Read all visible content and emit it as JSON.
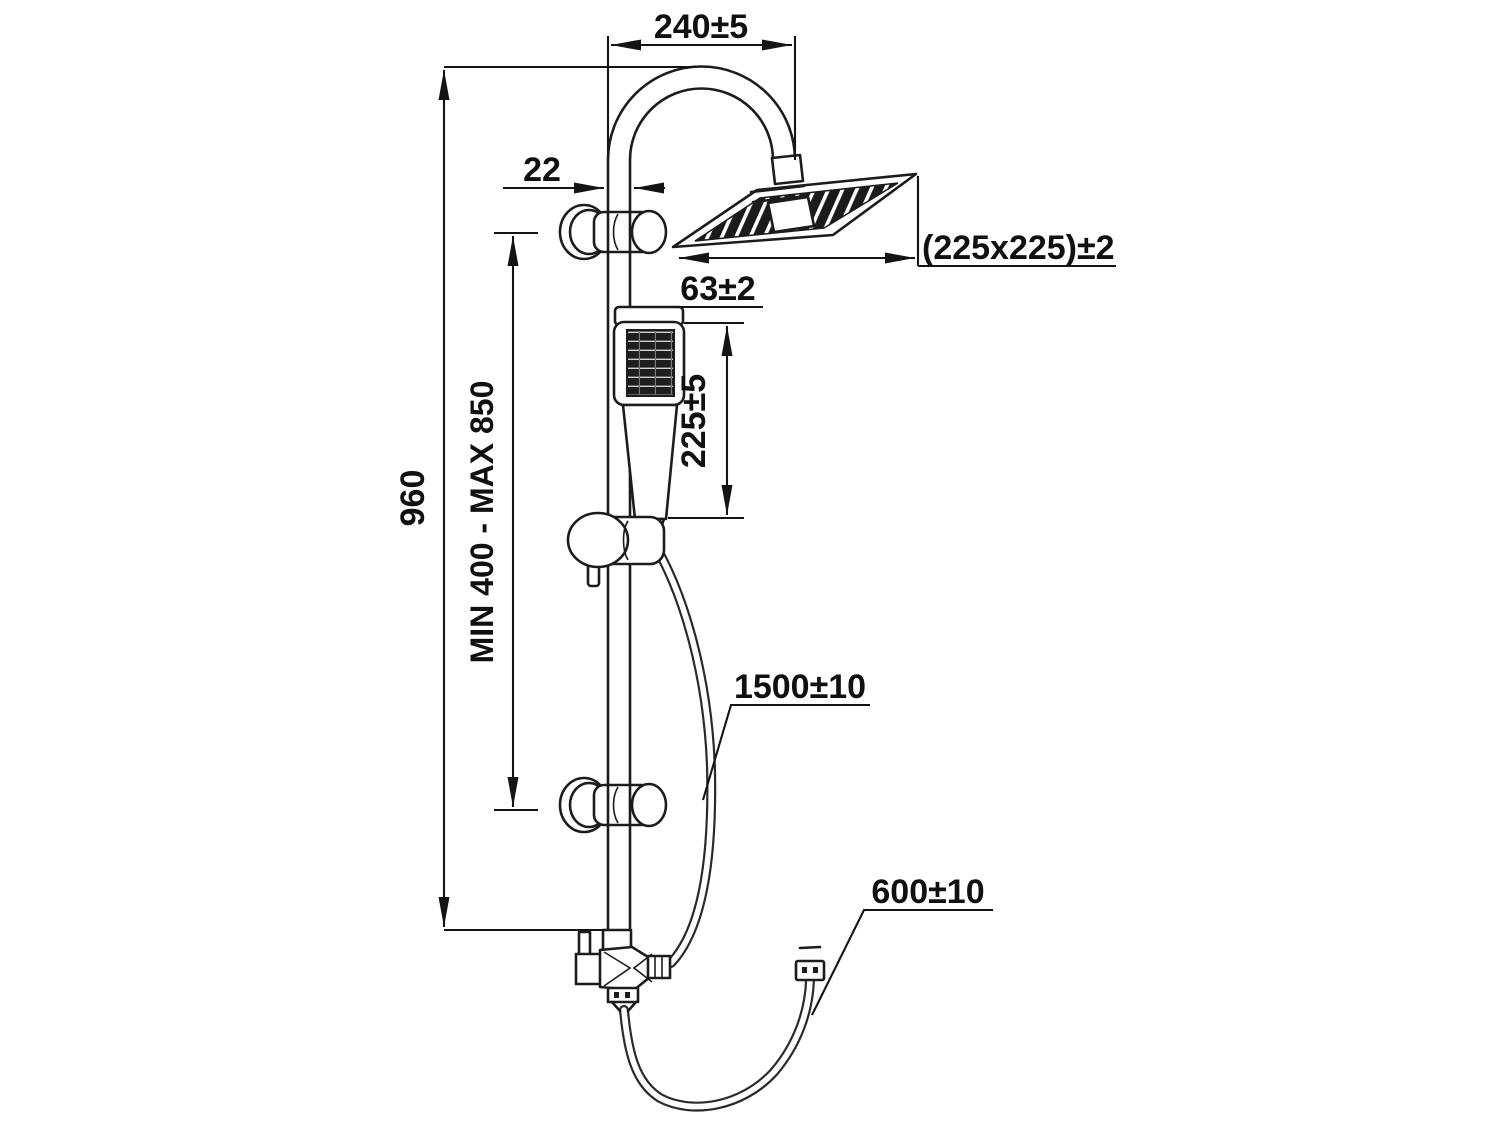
{
  "drawing": {
    "title": "shower-column-dimension-drawing",
    "dims": {
      "top_width": "240±5",
      "pipe_diameter": "22",
      "head_size": "(225x225)±2",
      "handshower_width": "63±2",
      "handshower_length": "225±5",
      "column_height": "960",
      "bracket_range": "MIN 400 - MAX 850",
      "hose_long": "1500±10",
      "hose_short": "600±10"
    },
    "colors": {
      "line": "#1c1c1c",
      "background": "#ffffff",
      "spray_face": "#1b1b1b"
    }
  }
}
